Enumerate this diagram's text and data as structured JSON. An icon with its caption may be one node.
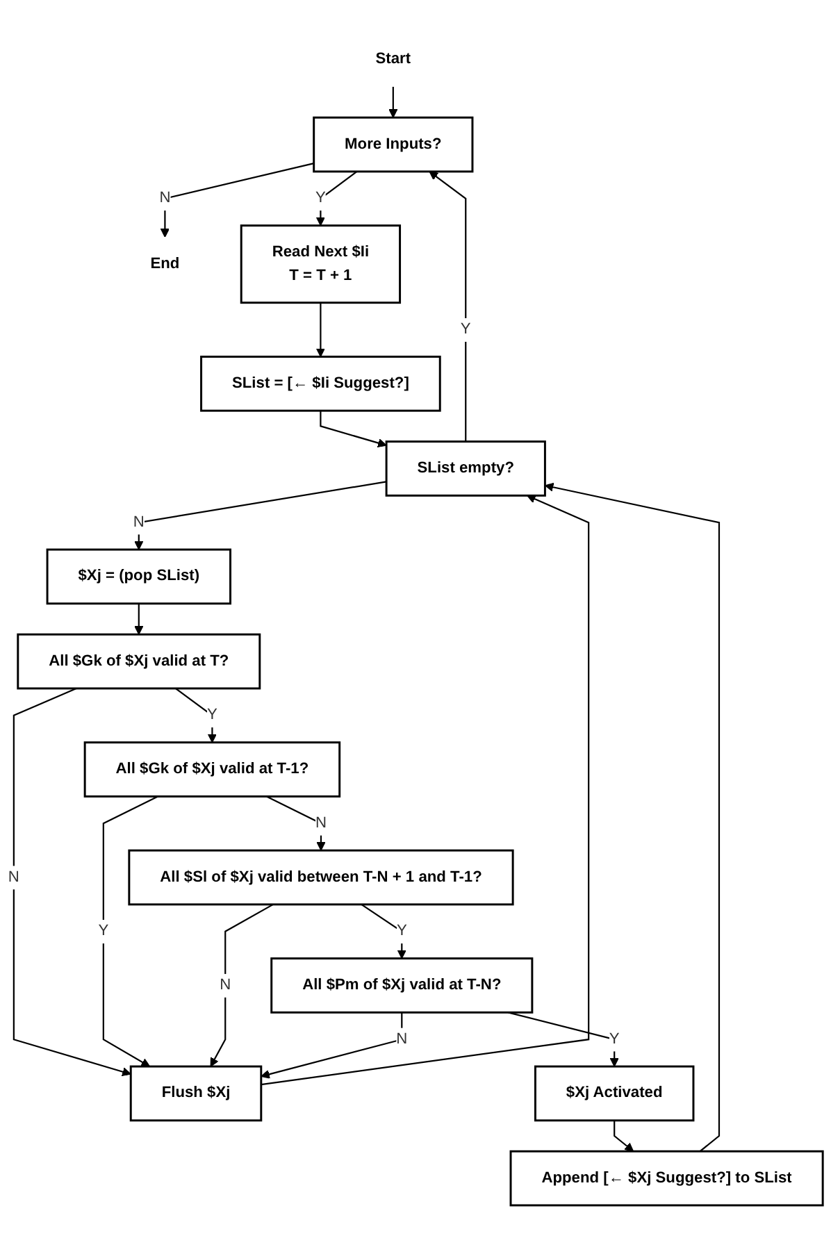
{
  "diagram": {
    "nodes": [
      {
        "text": [
          "Start"
        ]
      },
      {
        "text": [
          "More Inputs?"
        ]
      },
      {
        "text": [
          "End"
        ]
      },
      {
        "text": [
          "Read Next $Ii",
          "T = T + 1"
        ]
      },
      {
        "text": [
          "SList = [← $Ii Suggest?]"
        ]
      },
      {
        "text": [
          "SList empty?"
        ]
      },
      {
        "text": [
          "$Xj = (pop SList)"
        ]
      },
      {
        "text": [
          "Flush $Xj"
        ]
      },
      {
        "text": [
          "All $Gk of $Xj valid at T?"
        ]
      },
      {
        "text": [
          "All $Gk of $Xj valid at T-1?"
        ]
      },
      {
        "text": [
          "All $Sl of $Xj valid between T-N + 1 and T-1?"
        ]
      },
      {
        "text": [
          "All $Pm of $Xj valid at T-N?"
        ]
      },
      {
        "text": [
          "$Xj Activated"
        ]
      },
      {
        "text": [
          "Append [← $Xj Suggest?] to SList"
        ]
      }
    ],
    "edges": [
      {
        "from": 0,
        "to": 1,
        "arrow": "to"
      },
      {
        "from": 1,
        "to": 2,
        "arrow": "to",
        "label": "N"
      },
      {
        "from": 1,
        "to": 3,
        "arrow": "to",
        "label": "Y"
      },
      {
        "from": 3,
        "to": 4,
        "arrow": "to"
      },
      {
        "from": 4,
        "to": 5,
        "arrow": "to"
      },
      {
        "from": 5,
        "to": 1,
        "arrow": "to",
        "label": "Y"
      },
      {
        "from": 5,
        "to": 6,
        "arrow": "to",
        "label": "N"
      },
      {
        "from": 6,
        "to": 8,
        "arrow": "to"
      },
      {
        "from": 8,
        "to": 7,
        "arrow": "to",
        "label": "N"
      },
      {
        "from": 8,
        "to": 9,
        "arrow": "to",
        "label": "Y"
      },
      {
        "from": 9,
        "to": 7,
        "arrow": "to",
        "label": "Y"
      },
      {
        "from": 9,
        "to": 10,
        "arrow": "to",
        "label": "N"
      },
      {
        "from": 10,
        "to": 7,
        "arrow": "to",
        "label": "N"
      },
      {
        "from": 10,
        "to": 11,
        "arrow": "to",
        "label": "Y"
      },
      {
        "from": 11,
        "to": 7,
        "arrow": "to",
        "label": "N"
      },
      {
        "from": 11,
        "to": 12,
        "arrow": "to",
        "label": "Y"
      },
      {
        "from": 12,
        "to": 13,
        "arrow": "to"
      },
      {
        "from": 7,
        "to": 5,
        "arrow": "to"
      },
      {
        "from": 13,
        "to": 5,
        "arrow": "to"
      }
    ]
  }
}
